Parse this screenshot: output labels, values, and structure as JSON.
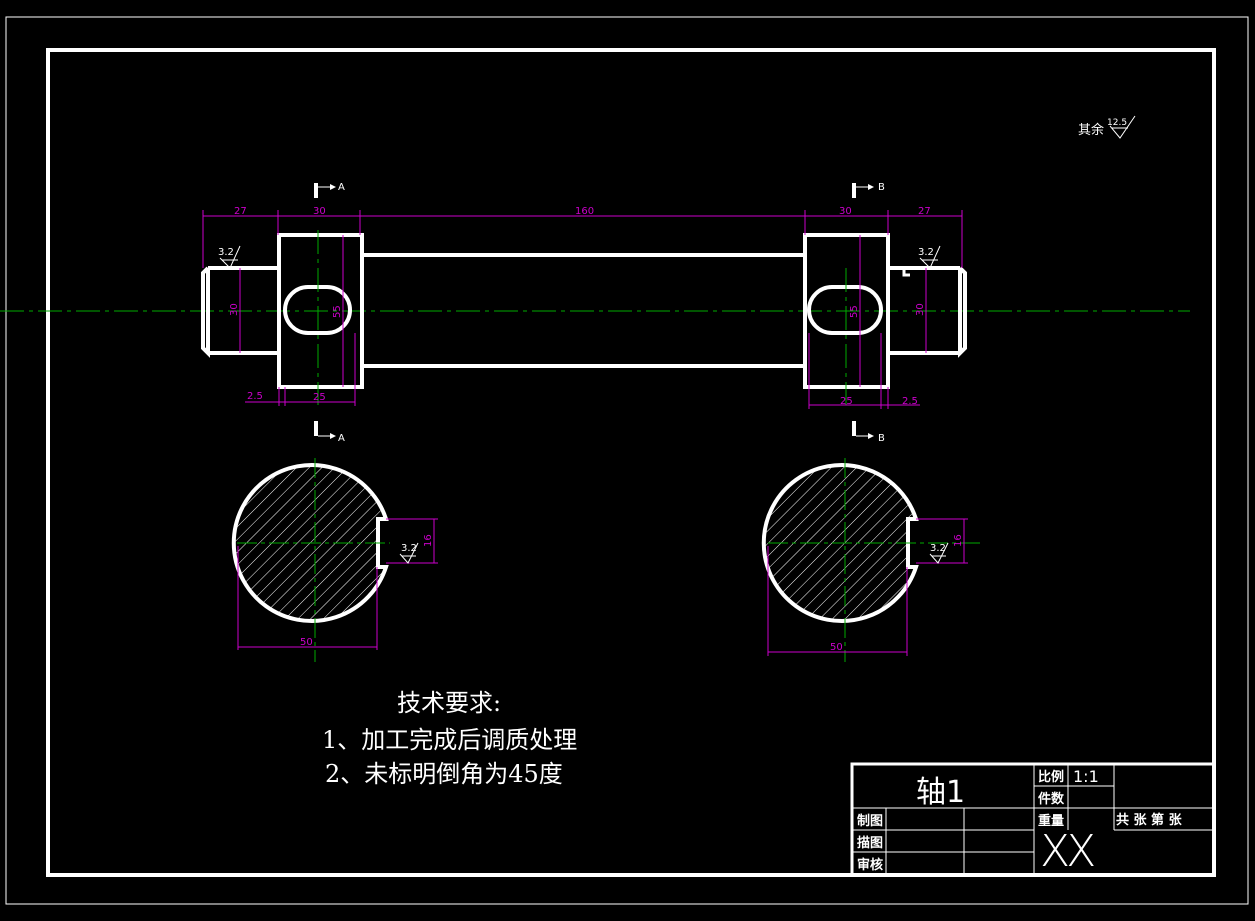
{
  "roughness": {
    "note_label": "其余",
    "default_value": "12.5",
    "face_value": "3.2"
  },
  "sections": {
    "a": "A",
    "b": "B"
  },
  "dims": {
    "left_end_len": "27",
    "left_key_len": "30",
    "center_len": "160",
    "right_key_len": "30",
    "right_end_len": "27",
    "left_end_dia": "30",
    "left_shoulder_dia": "55",
    "right_shoulder_dia": "55",
    "right_end_dia": "30",
    "left_chamfer": "2.5",
    "left_slot_len": "25",
    "right_slot_len": "25",
    "right_chamfer": "2.5",
    "sec_a_dia": "50",
    "sec_a_key": "16",
    "sec_b_dia": "50",
    "sec_b_key": "16"
  },
  "tech": {
    "title": "技术要求:",
    "item1": "1、加工完成后调质处理",
    "item2": "2、未标明倒角为45度"
  },
  "title_block": {
    "part_name": "轴1",
    "scale_label": "比例",
    "scale_value": "1:1",
    "qty_label": "件数",
    "weight_label": "重量",
    "sheets_label": "共 张 第 张",
    "drawn_label": "制图",
    "traced_label": "描图",
    "checked_label": "审核",
    "org_mark": "XX"
  },
  "colors": {
    "outline": "#ffffff",
    "dimension": "#cc00cc",
    "centerline": "#00aa00",
    "background": "#000000"
  }
}
